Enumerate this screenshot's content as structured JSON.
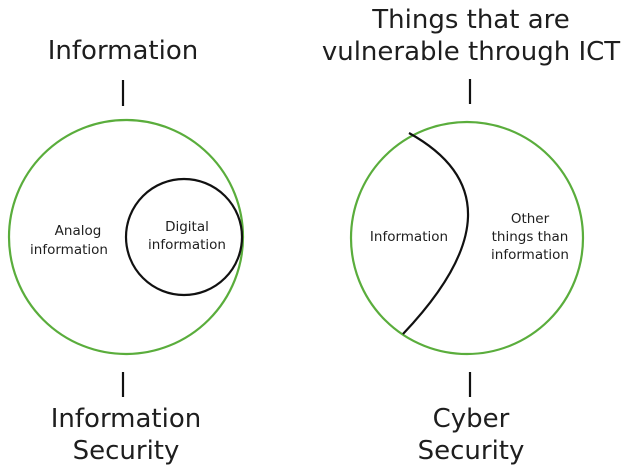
{
  "left": {
    "top_title": "Information",
    "bottom_title": [
      "Information",
      "Security"
    ],
    "outer_label": [
      "Analog",
      "information"
    ],
    "inner_label": [
      "Digital",
      "information"
    ]
  },
  "right": {
    "top_title": [
      "Things that are",
      "vulnerable through ICT"
    ],
    "bottom_title": [
      "Cyber",
      "Security"
    ],
    "left_label": "Information",
    "right_label": [
      "Other",
      "things than",
      "information"
    ]
  },
  "colors": {
    "outer_circle": "#5aad3c",
    "inner_shape": "#111111",
    "text": "#1e1e1e"
  }
}
